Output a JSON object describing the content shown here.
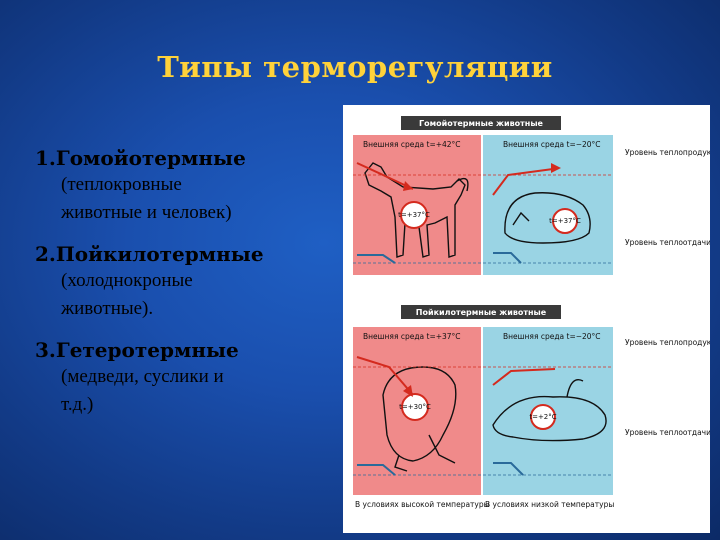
{
  "title": "Типы терморегуляции",
  "items": [
    {
      "head": "1.Гомойотермные",
      "lines": [
        "(теплокровные",
        "животные и человек)"
      ]
    },
    {
      "head": "2.Пойкилотермные",
      "lines": [
        "(холоднокроные",
        "животные)."
      ]
    },
    {
      "head": "3.Гетеротермные",
      "lines": [
        "(медведи, суслики и",
        "т.д.)"
      ]
    }
  ],
  "figure": {
    "header_top": "Гомойотермные животные",
    "header_bottom": "Пойкилотермные животные",
    "env_hot_top": "Внешняя среда t=+42°C",
    "env_cold_top": "Внешняя среда t=−20°C",
    "env_hot_bottom": "Внешняя среда t=+37°C",
    "env_cold_bottom": "Внешняя среда t=−20°C",
    "dog_temp": "t=+37°C",
    "cat_temp": "t=+37°C",
    "frog_hot_temp": "t=+30°C",
    "frog_cold_temp": "t=+2°C",
    "label_heat_prod_1": "Уровень теплопродукции",
    "label_heat_loss_1": "Уровень теплоотдачи",
    "label_heat_prod_2": "Уровень теплопродукции",
    "label_heat_loss_2": "Уровень теплоотдачи",
    "cond_high": "В условиях высокой температуры",
    "cond_low": "В условиях низкой температуры",
    "colors": {
      "hot": "#f08a8a",
      "cold": "#9ad4e4",
      "header": "#3a3a3a",
      "arrow_red": "#d42a1e",
      "arrow_blue": "#2a6a9a"
    }
  }
}
